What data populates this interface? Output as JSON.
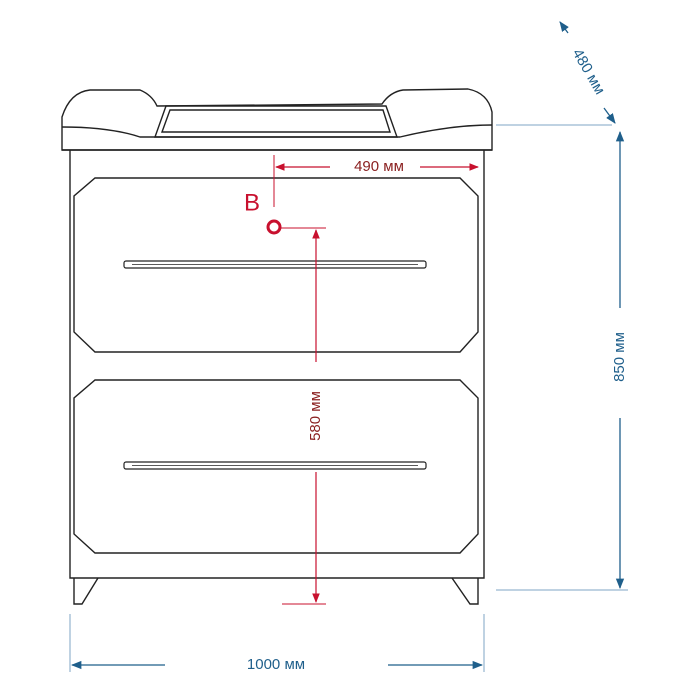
{
  "diagram": {
    "dimensions": {
      "depth": "480 мм",
      "height": "850 мм",
      "width": "1000 мм",
      "offset": "490 мм",
      "point_height": "580 мм"
    },
    "point_label": "B",
    "colors": {
      "outline": "#222222",
      "dimension_blue": "#1f5f8b",
      "marker_red": "#c8102e",
      "text_red": "#8a1f1f",
      "extension_blue": "#7fa6c6"
    }
  }
}
